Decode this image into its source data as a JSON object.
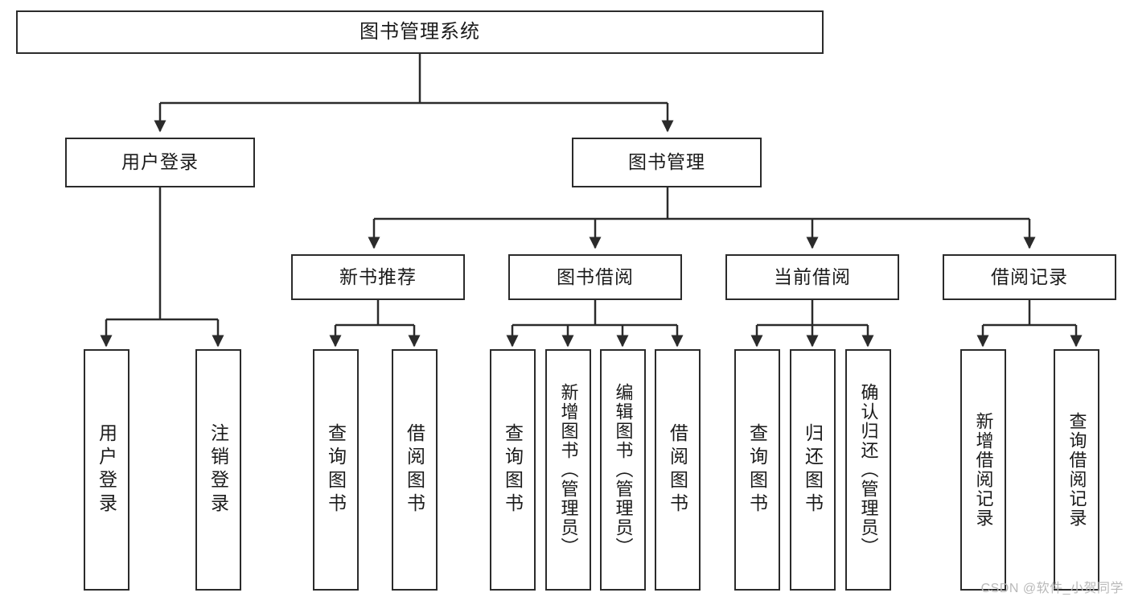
{
  "diagram": {
    "type": "tree",
    "title": "图书管理系统",
    "watermark": "CSDN @软件_小贺同学",
    "colors": {
      "box_border": "#2b2b2b",
      "box_fill": "#ffffff",
      "connector": "#2b2b2b",
      "text": "#1b1b1b",
      "watermark": "#b9b9b9"
    },
    "root": {
      "label": "图书管理系统"
    },
    "level2": [
      {
        "label": "用户登录"
      },
      {
        "label": "图书管理"
      }
    ],
    "level3": [
      {
        "label": "新书推荐"
      },
      {
        "label": "图书借阅"
      },
      {
        "label": "当前借阅"
      },
      {
        "label": "借阅记录"
      }
    ],
    "leaves": {
      "user_login": [
        {
          "label": "用户登录"
        },
        {
          "label": "注销登录"
        }
      ],
      "new_book": [
        {
          "label": "查询图书"
        },
        {
          "label": "借阅图书"
        }
      ],
      "book_borrow": [
        {
          "label": "查询图书"
        },
        {
          "label": "新增图书（管理员）"
        },
        {
          "label": "编辑图书（管理员）"
        },
        {
          "label": "借阅图书"
        }
      ],
      "current_borrow": [
        {
          "label": "查询图书"
        },
        {
          "label": "归还图书"
        },
        {
          "label": "确认归还（管理员）"
        }
      ],
      "borrow_record": [
        {
          "label": "新增借阅记录"
        },
        {
          "label": "查询借阅记录"
        }
      ]
    }
  }
}
